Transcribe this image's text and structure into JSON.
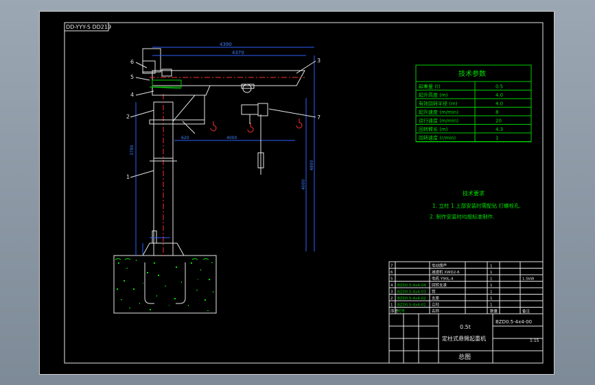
{
  "drawing_id": "DD-YYY-S DD219",
  "part_numbers": [
    "1",
    "2",
    "3",
    "4",
    "5",
    "6",
    "7"
  ],
  "dims": {
    "overall_width": "4390",
    "boom_span": "4370",
    "d1": "620",
    "d2": "4000",
    "h_left": "3790",
    "h_right": "4000",
    "h_far": "4800"
  },
  "params": {
    "title": "技术参数",
    "rows": [
      {
        "label": "起重量 (t)",
        "value": "0.5"
      },
      {
        "label": "起升高度 (m)",
        "value": "4.0"
      },
      {
        "label": "有效回转半径 (m)",
        "value": "4.0"
      },
      {
        "label": "起升速度 (m/min)",
        "value": "8"
      },
      {
        "label": "运行速度 (m/min)",
        "value": "20"
      },
      {
        "label": "回转臂长 (m)",
        "value": "4.3"
      },
      {
        "label": "回转速度 (r/min)",
        "value": "1"
      }
    ]
  },
  "requirements": {
    "title": "技术要求",
    "items": [
      "1. 立柱 1 上部安装时需配钻 打螺栓孔.",
      "2. 制作安装时均按标准制作."
    ]
  },
  "bom": {
    "rows": [
      {
        "no": "7",
        "code": "",
        "name": "电动葫芦",
        "qty": "1",
        "note": ""
      },
      {
        "no": "6",
        "code": "",
        "name": "减速机 XWD2-6",
        "qty": "1",
        "note": ""
      },
      {
        "no": "5",
        "code": "",
        "name": "电机 Y90L-4",
        "qty": "1",
        "note": "1.5kW"
      },
      {
        "no": "4",
        "code": "BZD0.5-4x4-04",
        "name": "回转支承",
        "qty": "1",
        "note": ""
      },
      {
        "no": "3",
        "code": "BZD0.5-4x4-03",
        "name": "臂",
        "qty": "1",
        "note": ""
      },
      {
        "no": "2",
        "code": "BZD0.5-4x4-02",
        "name": "支座",
        "qty": "1",
        "note": ""
      },
      {
        "no": "1",
        "code": "BZD0.5-4x4-01",
        "name": "立柱",
        "qty": "1",
        "note": ""
      }
    ],
    "header": {
      "no": "序号",
      "code": "代号",
      "name": "名称",
      "qty": "数量",
      "note": "备注"
    }
  },
  "title_block": {
    "drawing_no": "BZD0.5-4x4-00",
    "weight": "0.5t",
    "product": "定柱式悬臂起重机",
    "sheet": "总图",
    "scale": "1:15"
  }
}
